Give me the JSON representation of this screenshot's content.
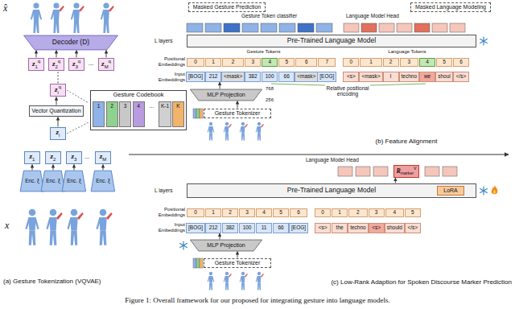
{
  "diagram": {
    "caption": "Figure 1: Overall framework for our proposed for integrating gesture into language models.",
    "nodes": [
      {
        "text": [
          "Decoder (D)"
        ]
      },
      {
        "text": [
          "z",
          "1",
          "q"
        ]
      },
      {
        "text": [
          "z",
          "2",
          "q"
        ]
      },
      {
        "text": [
          "z",
          "3",
          "q"
        ]
      },
      {
        "text": [
          "z",
          "M",
          "q"
        ]
      },
      {
        "text": [
          "z",
          "i",
          "q"
        ]
      },
      {
        "text": [
          "Vector Quantization"
        ]
      },
      {
        "text": [
          "Gesture Codebook"
        ]
      },
      {
        "text": [
          "1"
        ],
        "in": 7
      },
      {
        "text": [
          "2"
        ],
        "in": 7
      },
      {
        "text": [
          "3"
        ],
        "in": 7
      },
      {
        "text": [
          "4"
        ],
        "in": 7
      },
      {
        "text": [
          "..."
        ],
        "in": 7
      },
      {
        "text": [
          "K-1"
        ],
        "in": 7
      },
      {
        "text": [
          "K"
        ],
        "in": 7
      },
      {
        "text": [
          "z",
          "i"
        ]
      },
      {
        "text": [
          "z",
          "1"
        ]
      },
      {
        "text": [
          "z",
          "2"
        ]
      },
      {
        "text": [
          "z",
          "3"
        ]
      },
      {
        "text": [
          "z",
          "M"
        ]
      },
      {
        "text": [
          "Enc. ξ"
        ]
      },
      {
        "text": [
          "Enc. ξ"
        ]
      },
      {
        "text": [
          "Enc. ξ"
        ]
      },
      {
        "text": [
          "Enc. ξ"
        ]
      },
      {
        "text": [
          "Masked Gesture Prediction"
        ]
      },
      {
        "text": [
          "Masked Language Modeling"
        ]
      },
      {
        "text": [
          "Pre-Trained Language Model"
        ]
      },
      {
        "text": [
          "0"
        ]
      },
      {
        "text": [
          "1"
        ]
      },
      {
        "text": [
          "2"
        ]
      },
      {
        "text": [
          "3"
        ]
      },
      {
        "text": [
          "4"
        ]
      },
      {
        "text": [
          "5"
        ]
      },
      {
        "text": [
          "6"
        ]
      },
      {
        "text": [
          "7"
        ]
      },
      {
        "text": [
          "0"
        ]
      },
      {
        "text": [
          "1"
        ]
      },
      {
        "text": [
          "2"
        ]
      },
      {
        "text": [
          "3"
        ]
      },
      {
        "text": [
          "4"
        ]
      },
      {
        "text": [
          "5"
        ]
      },
      {
        "text": [
          "6"
        ]
      },
      {
        "text": [
          "[BOG]"
        ]
      },
      {
        "text": [
          "212"
        ]
      },
      {
        "text": [
          "<mask>"
        ]
      },
      {
        "text": [
          "382"
        ]
      },
      {
        "text": [
          "100"
        ]
      },
      {
        "text": [
          "66"
        ]
      },
      {
        "text": [
          "<mask>"
        ]
      },
      {
        "text": [
          "[EOG]"
        ]
      },
      {
        "text": [
          "<s>"
        ]
      },
      {
        "text": [
          "<mask>"
        ]
      },
      {
        "text": [
          "I"
        ]
      },
      {
        "text": [
          "techno"
        ]
      },
      {
        "text": [
          "we"
        ]
      },
      {
        "text": [
          "shoul"
        ]
      },
      {
        "text": [
          "</s>"
        ]
      },
      {
        "text": [
          "MLP Projection"
        ]
      },
      {
        "text": [
          "Gesture Tokenizer"
        ]
      },
      {
        "text": [
          "R",
          "marker",
          "V"
        ]
      },
      {
        "text": [
          "Pre-Trained Language Model"
        ]
      },
      {
        "text": [
          "LoRA"
        ],
        "in": 60
      },
      {
        "text": [
          "0"
        ]
      },
      {
        "text": [
          "1"
        ]
      },
      {
        "text": [
          "2"
        ]
      },
      {
        "text": [
          "3"
        ]
      },
      {
        "text": [
          "4"
        ]
      },
      {
        "text": [
          "5"
        ]
      },
      {
        "text": [
          "6"
        ]
      },
      {
        "text": [
          "0"
        ]
      },
      {
        "text": [
          "1"
        ]
      },
      {
        "text": [
          "2"
        ]
      },
      {
        "text": [
          "3"
        ]
      },
      {
        "text": [
          "4"
        ]
      },
      {
        "text": [
          "5"
        ]
      },
      {
        "text": [
          "[BOG]"
        ]
      },
      {
        "text": [
          "212"
        ]
      },
      {
        "text": [
          "382"
        ]
      },
      {
        "text": [
          "100"
        ]
      },
      {
        "text": [
          "11"
        ]
      },
      {
        "text": [
          "66"
        ]
      },
      {
        "text": [
          "[EOG]"
        ]
      },
      {
        "text": [
          "<s>"
        ]
      },
      {
        "text": [
          "the"
        ]
      },
      {
        "text": [
          "techno"
        ]
      },
      {
        "text": [
          "<s>"
        ]
      },
      {
        "text": [
          "should"
        ]
      },
      {
        "text": [
          "</s>"
        ]
      },
      {
        "text": [
          "MLP Projection"
        ]
      },
      {
        "text": [
          "Gesture Tokenizer"
        ]
      }
    ],
    "edges": [
      {
        "from": 20,
        "to": 16,
        "arrow": "to"
      },
      {
        "from": 21,
        "to": 17,
        "arrow": "to"
      },
      {
        "from": 22,
        "to": 18,
        "arrow": "to"
      },
      {
        "from": 23,
        "to": 19,
        "arrow": "to"
      },
      {
        "from": 15,
        "to": 6,
        "arrow": "to"
      },
      {
        "from": 6,
        "to": 5,
        "arrow": "to"
      },
      {
        "from": 5,
        "to": 2,
        "arrow": "none"
      },
      {
        "from": 1,
        "to": 0,
        "arrow": "to"
      },
      {
        "from": 2,
        "to": 0,
        "arrow": "to"
      },
      {
        "from": 3,
        "to": 0,
        "arrow": "to"
      },
      {
        "from": 4,
        "to": 0,
        "arrow": "to"
      },
      {
        "from": 58,
        "to": 57,
        "arrow": "to"
      },
      {
        "from": 57,
        "to": 43,
        "arrow": "to"
      },
      {
        "from": 60,
        "to": 59,
        "arrow": "to"
      },
      {
        "from": 89,
        "to": 88,
        "arrow": "to"
      },
      {
        "from": 88,
        "to": 76,
        "arrow": "to"
      }
    ],
    "labels": [
      "x̂",
      "...",
      "...",
      "x",
      "(a) Gesture Tokenization (VQVAE)",
      "Gesture Token classifier",
      "Language Model Head",
      "L layers",
      "Positional Embeddings",
      "Input Embeddings",
      "Gesture Tokens",
      "Language Tokens",
      "Relative positional encoding",
      "768",
      "256",
      "(b) Feature Alignment",
      "Language Model Head",
      "L layers",
      "Positional Embeddings",
      "Input Embeddings",
      "(c) Low-Rank Adaption for Spoken Discourse Marker Prediction"
    ]
  }
}
